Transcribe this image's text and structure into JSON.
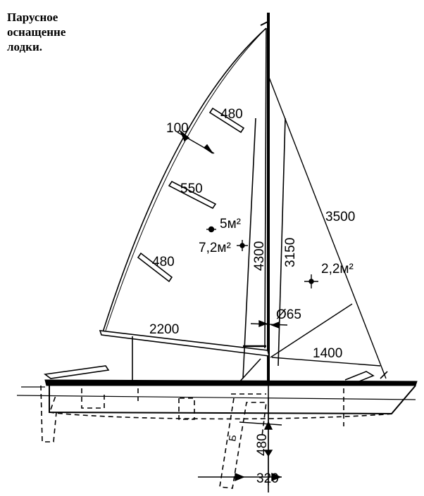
{
  "caption": {
    "line1": "Парусное",
    "line2": "оснащенне",
    "line3": "лодки."
  },
  "labels": {
    "batten_top": "480",
    "batten_spacing": "100",
    "batten_mid": "550",
    "batten_low": "480",
    "main_area": "5м²",
    "total_area": "7,2м²",
    "jib_area": "2,2м²",
    "luff_main": "4300",
    "mast_lower": "3150",
    "forestay": "3500",
    "mast_diameter": "Ø65",
    "boom": "2200",
    "jib_foot": "1400",
    "board_depth": "480",
    "board_width": "320",
    "board_mark": "Б"
  },
  "colors": {
    "ink": "#000000",
    "paper": "#ffffff"
  }
}
